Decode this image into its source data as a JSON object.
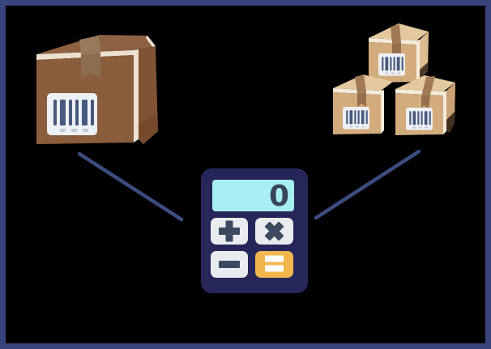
{
  "illustration": {
    "description": "One parcel box and a stack of three parcel boxes connected by lines to a calculator displaying zero",
    "background_color": "#000000",
    "frame_color": "#36447B",
    "connector_color": "#3C4C7F"
  },
  "single_box": {
    "icon": "single-box-icon",
    "front_color": "#8A5D3C",
    "top_color": "#8E6142",
    "side_color": "#7F5333",
    "tape_color": "#97795E",
    "edge_color": "#EDE2D2",
    "barcode_label_color": "#EDF1F6",
    "barcode_bar_color": "#47597C"
  },
  "stacked_boxes": {
    "icon": "stacked-boxes-icon",
    "count": 3,
    "front_color": "#D3AC7E",
    "top_color": "#E4C89E",
    "side_color": "#C9A174",
    "tape_color": "#A17A55",
    "edge_color": "#F4EBDB",
    "barcode_label_color": "#EDF1F6",
    "barcode_bar_color": "#47597C"
  },
  "calculator": {
    "icon": "calculator-icon",
    "body_color": "#27265A",
    "display_color": "#A6EEF2",
    "display_value": "0",
    "display_value_color": "#3A4559",
    "button_color": "#E9EBEF",
    "button_glyph_color": "#3C4961",
    "equals_button_color": "#F1B74C",
    "buttons": [
      {
        "name": "plus",
        "symbol": "+"
      },
      {
        "name": "multiply",
        "symbol": "×"
      },
      {
        "name": "minus",
        "symbol": "−"
      },
      {
        "name": "equals",
        "symbol": "="
      }
    ]
  }
}
